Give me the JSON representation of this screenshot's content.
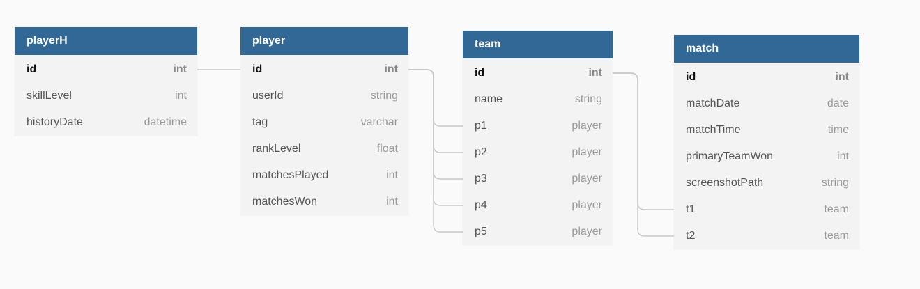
{
  "tables": [
    {
      "name": "playerH",
      "fields": [
        {
          "name": "id",
          "type": "int",
          "pk": true
        },
        {
          "name": "skillLevel",
          "type": "int"
        },
        {
          "name": "historyDate",
          "type": "datetime"
        }
      ]
    },
    {
      "name": "player",
      "fields": [
        {
          "name": "id",
          "type": "int",
          "pk": true
        },
        {
          "name": "userId",
          "type": "string"
        },
        {
          "name": "tag",
          "type": "varchar"
        },
        {
          "name": "rankLevel",
          "type": "float"
        },
        {
          "name": "matchesPlayed",
          "type": "int"
        },
        {
          "name": "matchesWon",
          "type": "int"
        }
      ]
    },
    {
      "name": "team",
      "fields": [
        {
          "name": "id",
          "type": "int",
          "pk": true
        },
        {
          "name": "name",
          "type": "string"
        },
        {
          "name": "p1",
          "type": "player"
        },
        {
          "name": "p2",
          "type": "player"
        },
        {
          "name": "p3",
          "type": "player"
        },
        {
          "name": "p4",
          "type": "player"
        },
        {
          "name": "p5",
          "type": "player"
        }
      ]
    },
    {
      "name": "match",
      "fields": [
        {
          "name": "id",
          "type": "int",
          "pk": true
        },
        {
          "name": "matchDate",
          "type": "date"
        },
        {
          "name": "matchTime",
          "type": "time"
        },
        {
          "name": "primaryTeamWon",
          "type": "int"
        },
        {
          "name": "screenshotPath",
          "type": "string"
        },
        {
          "name": "t1",
          "type": "team"
        },
        {
          "name": "t2",
          "type": "team"
        }
      ]
    }
  ],
  "relations": [
    {
      "from": "playerH.id",
      "to": "player.id"
    },
    {
      "from": "player.id",
      "to": "team.p1"
    },
    {
      "from": "player.id",
      "to": "team.p2"
    },
    {
      "from": "player.id",
      "to": "team.p3"
    },
    {
      "from": "player.id",
      "to": "team.p4"
    },
    {
      "from": "player.id",
      "to": "team.p5"
    },
    {
      "from": "team.id",
      "to": "match.t1"
    },
    {
      "from": "team.id",
      "to": "match.t2"
    }
  ],
  "colors": {
    "header": "#316896",
    "body": "#f3f3f3",
    "line": "#c8c8c8"
  }
}
